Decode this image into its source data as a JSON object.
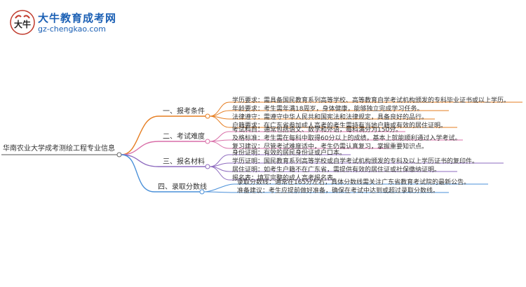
{
  "logo": {
    "title": "大牛教育成考网",
    "url": "gz-chengkao.com",
    "mark_text": "大牛"
  },
  "root": "华南农业大学成考测绘工程专业信息",
  "branches": [
    {
      "label": "一、报考条件",
      "color": "#e67e22",
      "leaves": [
        "学历要求：需具备国民教育系列高等学校、高等教育自学考试机构颁发的专科毕业证书或以上学历。",
        "年龄要求：考生需年满18周岁，身体健康，能够独立完成学习任务。",
        "法律遵守：需遵守中华人民共和国宪法和法律规定，具备良好的品行。",
        "户籍要求：在广东省参加成人高考的考生需持有当地户籍或有效的居住证明。"
      ]
    },
    {
      "label": "二、考试难度",
      "color": "#d96fa8",
      "leaves": [
        "考试科目：通常包括语文、数学和外语，每科满分为150分。",
        "及格标准：考生需在每科中取得60分以上的成绩，基本上就能顺利通过入学考试。",
        "复习建议：尽管考试难度适中，考生仍需认真复习，掌握重要知识点。"
      ]
    },
    {
      "label": "三、报名材料",
      "color": "#8e6bbf",
      "leaves": [
        "身份证明：有效的居民身份证或户口本。",
        "学历证明：国民教育系列高等学校或自学考试机构颁发的专科及以上学历证书的复印件。",
        "居住证明：如考生户籍不在广东省，需提供有效的居住证或社保缴纳证明。",
        "报名表：填写完整的成人高考报名表。"
      ]
    },
    {
      "label": "四、录取分数线",
      "color": "#4a90d9",
      "leaves": [
        "录取分数线：通常在165分左右，具体分数线需关注广东省教育考试院的最新公告。",
        "准备建议：考生应提前做好准备，确保在考试中达到或超过录取分数线。"
      ]
    }
  ]
}
